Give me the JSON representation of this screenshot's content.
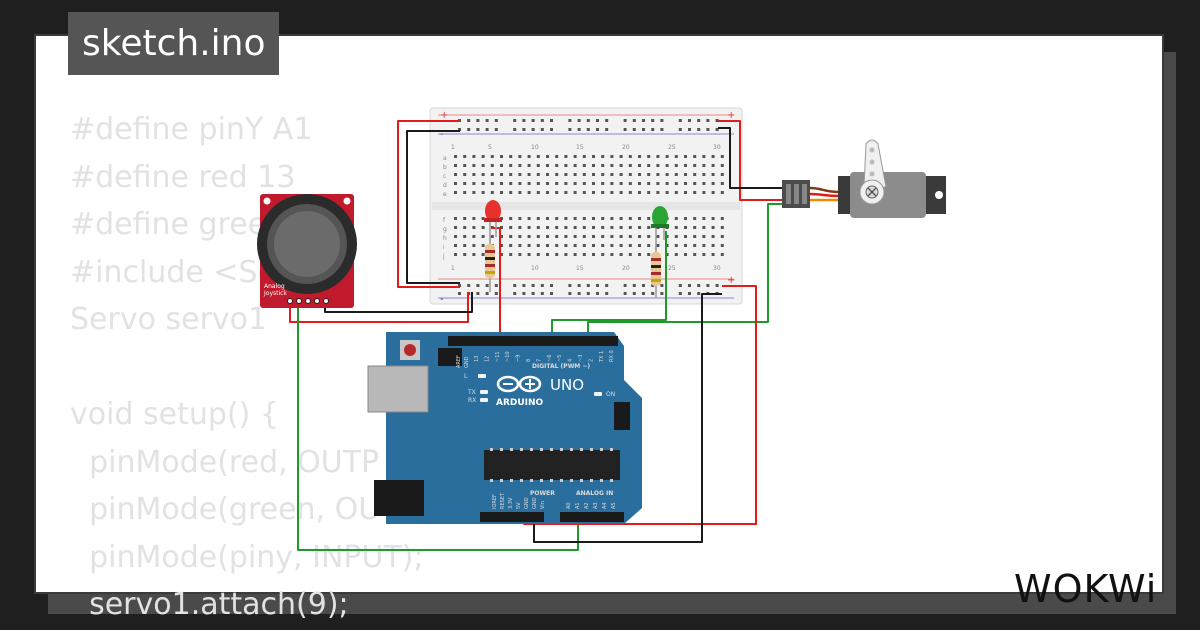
{
  "title": "sketch.ino",
  "code_lines": [
    "#define pinY A1",
    "#define red 13",
    "#define green",
    "#include <Se",
    "Servo servo1",
    "",
    "void setup() {",
    "  pinMode(red, OUTP",
    "  pinMode(green, OU",
    "  pinMode(piny, INPUT);",
    "  servo1.attach(9);"
  ],
  "breadboard": {
    "column_numbers": [
      "1",
      "5",
      "10",
      "15",
      "20",
      "25",
      "30"
    ],
    "row_letters_top": [
      "a",
      "b",
      "c",
      "d",
      "e"
    ],
    "row_letters_bottom": [
      "f",
      "g",
      "h",
      "i",
      "j"
    ],
    "rail_plus": "+",
    "rail_minus": "-"
  },
  "joystick": {
    "label_line1": "Analog",
    "label_line2": "Joystick"
  },
  "arduino": {
    "brand": "ARDUINO",
    "model": "UNO",
    "digital_label": "DIGITAL (PWM ~)",
    "power_label": "POWER",
    "analog_label": "ANALOG IN",
    "on_label": "ON",
    "tx_label": "TX",
    "rx_label": "RX",
    "l_label": "L",
    "aref_label": "AREF",
    "gnd_label": "GND",
    "digital_pins": [
      "13",
      "12",
      "~11",
      "~10",
      "~9",
      "8",
      "7",
      "~6",
      "~5",
      "4",
      "~3",
      "2",
      "TX 1",
      "RX 0"
    ],
    "power_pins": [
      "IOREF",
      "RESET",
      "3.3V",
      "5V",
      "GND",
      "GND",
      "Vin"
    ],
    "analog_pins": [
      "A0",
      "A1",
      "A2",
      "A3",
      "A4",
      "A5"
    ]
  },
  "logo": "WOKWi",
  "colors": {
    "wire_red": "#e21b1b",
    "wire_black": "#1a1a1a",
    "wire_green": "#1f9a2a",
    "board_blue": "#2a6e9e"
  }
}
